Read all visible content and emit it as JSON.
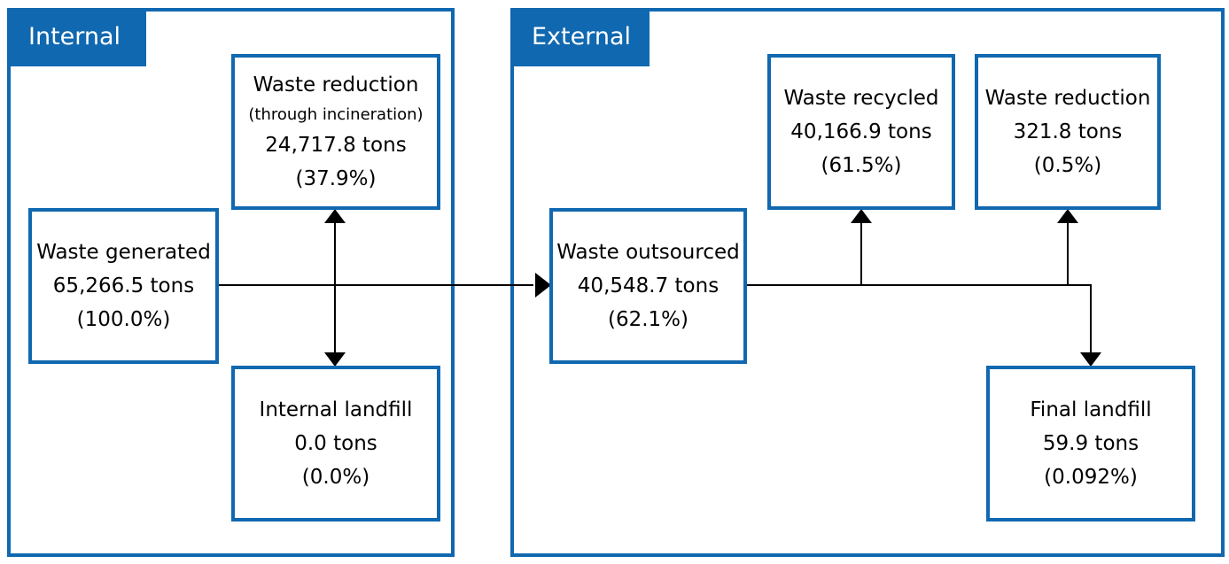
{
  "panels": {
    "internal": {
      "label": "Internal"
    },
    "external": {
      "label": "External"
    }
  },
  "nodes": {
    "waste_generated": {
      "title": "Waste generated",
      "amount": "65,266.5 tons",
      "percent": "(100.0%)"
    },
    "waste_reduction_internal": {
      "title": "Waste reduction",
      "note": "(through incineration)",
      "amount": "24,717.8 tons",
      "percent": "(37.9%)"
    },
    "internal_landfill": {
      "title": "Internal landfill",
      "amount": "0.0 tons",
      "percent": "(0.0%)"
    },
    "waste_outsourced": {
      "title": "Waste outsourced",
      "amount": "40,548.7 tons",
      "percent": "(62.1%)"
    },
    "waste_recycled": {
      "title": "Waste recycled",
      "amount": "40,166.9 tons",
      "percent": "(61.5%)"
    },
    "waste_reduction_external": {
      "title": "Waste reduction",
      "amount": "321.8 tons",
      "percent": "(0.5%)"
    },
    "final_landfill": {
      "title": "Final landfill",
      "amount": "59.9 tons",
      "percent": "(0.092%)"
    }
  },
  "colors": {
    "accent": "#1068b0",
    "line": "#000000"
  }
}
